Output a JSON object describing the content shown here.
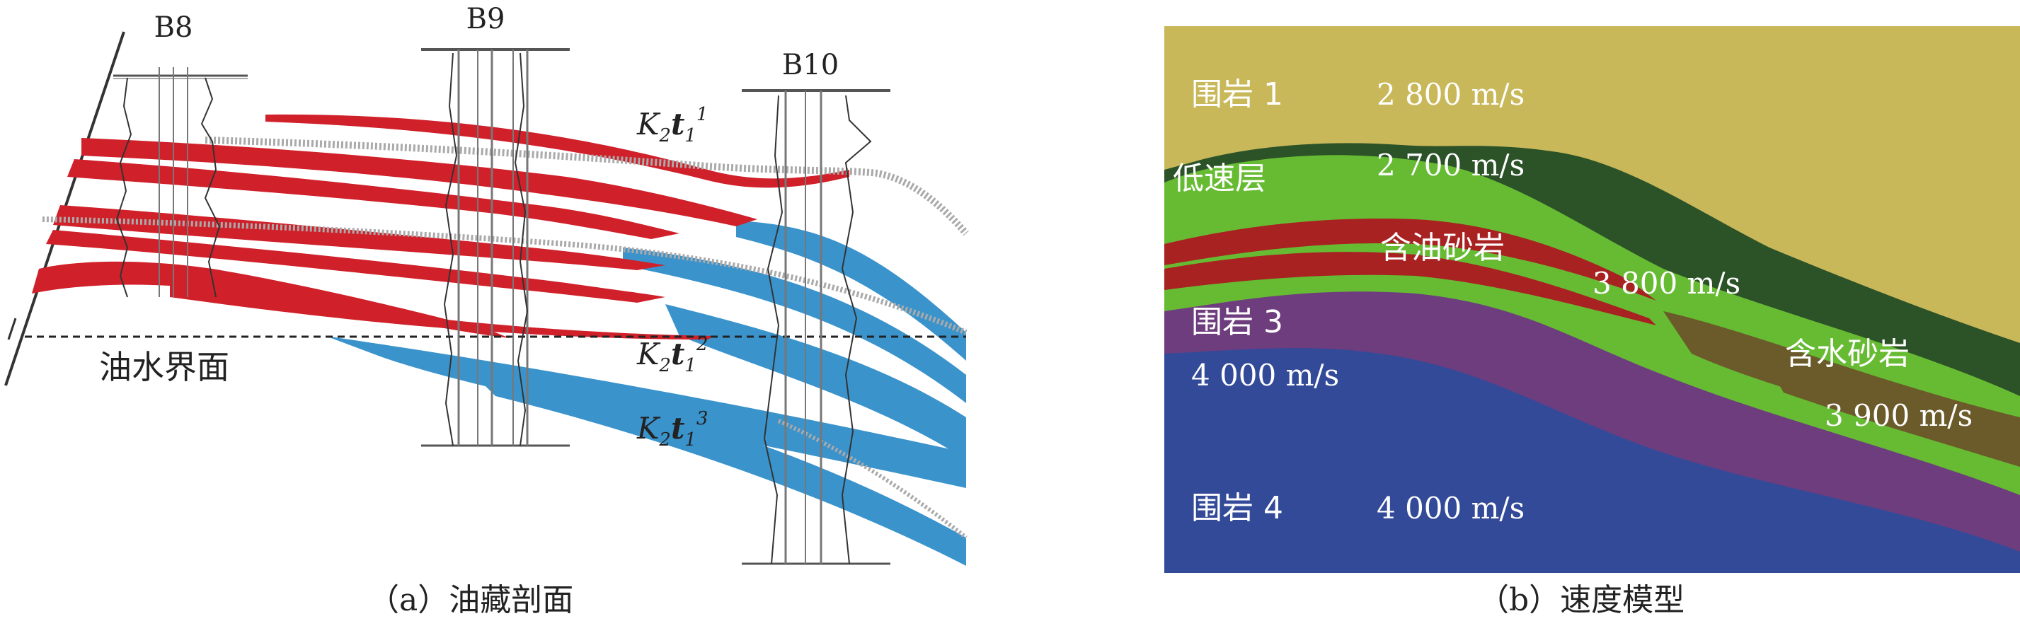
{
  "panel_a": {
    "wells": [
      {
        "name": "B8"
      },
      {
        "name": "B9"
      },
      {
        "name": "B10"
      }
    ],
    "oil_water_contact_label": "油水界面",
    "layer_labels": [
      {
        "base": "K",
        "sub1": "2",
        "mid": "t",
        "sub2": "1",
        "sup": "1"
      },
      {
        "base": "K",
        "sub1": "2",
        "mid": "t",
        "sub2": "1",
        "sup": "2"
      },
      {
        "base": "K",
        "sub1": "2",
        "mid": "t",
        "sub2": "1",
        "sup": "3"
      }
    ],
    "caption": "（a）油藏剖面",
    "colors": {
      "oil": "#d0202a",
      "water": "#3b93cc",
      "log": "#333333",
      "contact": "#222222"
    }
  },
  "panel_b": {
    "labels": {
      "wr1": "围岩 1",
      "v1": "2 800 m/s",
      "low": "低速层",
      "v_low": "2 700 m/s",
      "oil_sand": "含油砂岩",
      "v_oil": "3 800 m/s",
      "wr3": "围岩 3",
      "v3": "4 000 m/s",
      "water_sand": "含水砂岩",
      "v_water": "3 900 m/s",
      "wr4": "围岩 4",
      "v4": "4 000 m/s"
    },
    "caption": "（b）速度模型",
    "colors": {
      "wr1": "#c8b85a",
      "low": "#2c5228",
      "sand": "#66bb33",
      "oil": "#a82222",
      "water_sand": "#6b5a2a",
      "wr3": "#6e3d7e",
      "wr4": "#334a99",
      "label": "#ffffff"
    }
  }
}
